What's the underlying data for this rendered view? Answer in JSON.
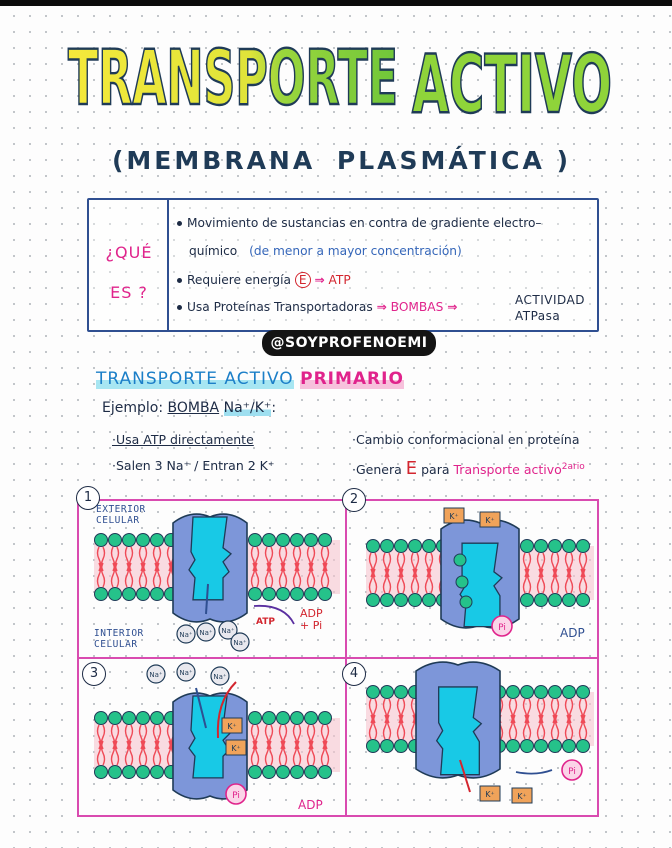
{
  "title": {
    "word1": "TRANSPORTE",
    "word2": "ACTIVO"
  },
  "subtitle": {
    "open": "(MEMBRANA",
    "word2": "PLASMÁTICA",
    "close": ")"
  },
  "definition": {
    "question_line1": "¿QUÉ",
    "question_line2": "ES ?",
    "bullet1_part1": "Movimiento de sustancias en contra de gradiente electro–",
    "bullet1_part2": "químico",
    "bullet1_paren": "(de menor a mayor concentración)",
    "bullet2_text": "Requiere energía",
    "bullet2_e": "E",
    "bullet2_arrow": "⇒",
    "bullet2_atp": "ATP",
    "bullet3_text": "Usa Proteínas Transportadoras",
    "bullet3_arrow": "⇒",
    "bullet3_bombas": "BOMBAS",
    "bullet3_arrow2": "⇒",
    "actividad_line1": "ACTIVIDAD",
    "actividad_line2": "ATPasa"
  },
  "handle": "@SOYPROFENOEMI",
  "section": {
    "heading_part1": "TRANSPORTE ACTIVO",
    "heading_part2": "PRIMARIO",
    "example_prefix": "Ejemplo:",
    "example_pump": "BOMBA",
    "example_ions": "Na⁺/K⁺",
    "example_suffix": ":",
    "feat_left1": "·Usa ATP directamente",
    "feat_left2": "·Salen 3 Na⁺ / Entran 2 K⁺",
    "feat_right1": "·Cambio conformacional en proteína",
    "feat_right2_prefix": "·Genera",
    "feat_right2_e": "E",
    "feat_right2_mid": "para",
    "feat_right2_pink": "Transporte activo",
    "feat_right2_sup": "2ario"
  },
  "panels": {
    "p1_number": "1",
    "p2_number": "2",
    "p3_number": "3",
    "p4_number": "4",
    "exterior_line1": "EXTERIOR",
    "exterior_line2": "CELULAR",
    "interior_line1": "INTERIOR",
    "interior_line2": "CELULAR",
    "atp": "ATP",
    "adp_pi_line1": "ADP",
    "adp_pi_line2": "+ Pi",
    "p2_adp": "ADP",
    "p3_adp": "ADP",
    "na": "Na⁺",
    "k": "K⁺",
    "pi": "Pi"
  },
  "colors": {
    "title_yellow": "#f2e23a",
    "title_green": "#8fd43a",
    "outline": "#1f3b57",
    "pink": "#e0248c",
    "red": "#d3262f",
    "blue": "#3566b9",
    "cyan": "#18c9e6",
    "pump_blue": "#7d96d9",
    "lipid_head": "#25c28a",
    "lipid_tail": "#ef4a57",
    "panel_border": "#d94bb0",
    "k_box": "#f0a35a"
  }
}
